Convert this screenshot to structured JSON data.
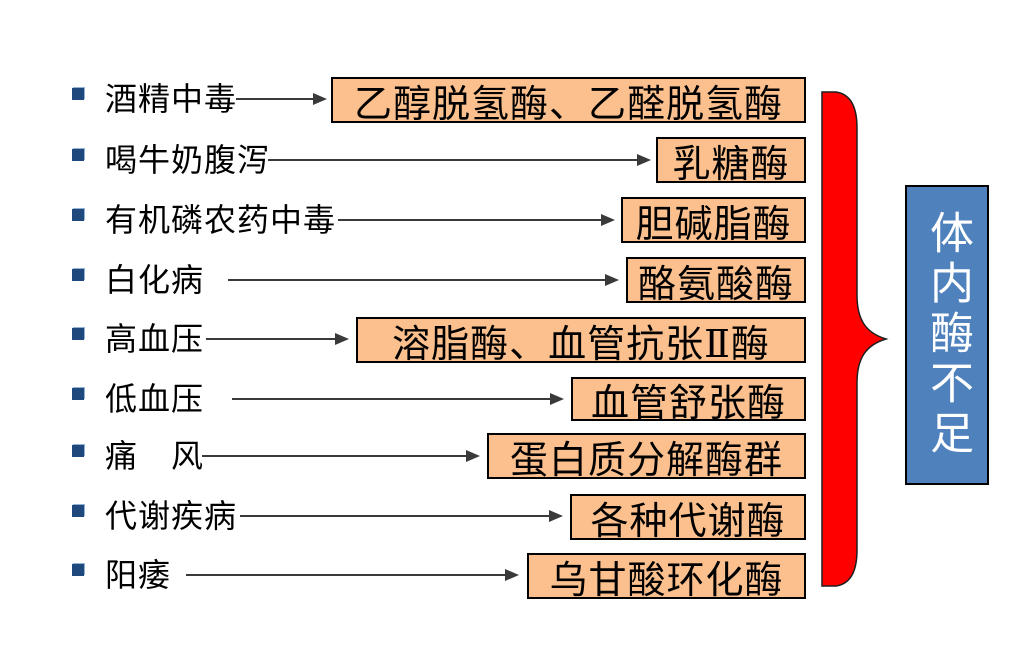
{
  "slide": {
    "rows": [
      {
        "label": "酒精中毒",
        "enzyme": "乙醇脱氢酶、乙醛脱氢酶"
      },
      {
        "label": "喝牛奶腹泻",
        "enzyme": "乳糖酶"
      },
      {
        "label": "有机磷农药中毒",
        "enzyme": "胆碱脂酶"
      },
      {
        "label": "白化病",
        "enzyme": "酪氨酸酶"
      },
      {
        "label": "高血压",
        "enzyme": "溶脂酶、血管抗张Ⅱ酶"
      },
      {
        "label": "低血压",
        "enzyme": "血管舒张酶"
      },
      {
        "label": "痛　风",
        "enzyme": "蛋白质分解酶群"
      },
      {
        "label": "代谢疾病",
        "enzyme": "各种代谢酶"
      },
      {
        "label": "阳痿",
        "enzyme": "乌甘酸环化酶"
      }
    ],
    "conclusion": "体内酶不足",
    "colors": {
      "enzyme_box_fill": "#FBC08E",
      "enzyme_box_border": "#000000",
      "bullet": "#1F497D",
      "arrow": "#3A3A3A",
      "brace_fill": "#FF0000",
      "brace_outline": "#1F1F1F",
      "conclusion_fill": "#4F81BD",
      "conclusion_text": "#FFFFFF",
      "text": "#000000"
    }
  }
}
